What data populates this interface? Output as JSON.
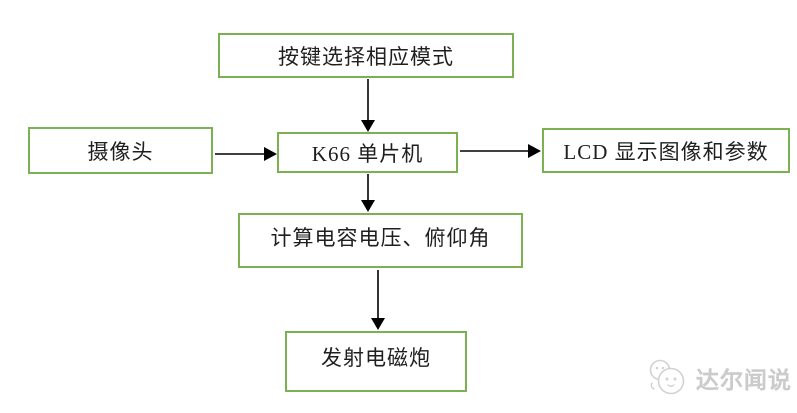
{
  "diagram": {
    "type": "flowchart",
    "accent_color": "#7CB153",
    "arrow_color": "#000000",
    "nodes": {
      "mode_select": {
        "label": "按键选择相应模式"
      },
      "camera": {
        "label": "摄像头"
      },
      "mcu": {
        "label": "K66 单片机"
      },
      "lcd": {
        "label": "LCD 显示图像和参数"
      },
      "calc": {
        "label": "计算电容电压、俯仰角"
      },
      "fire": {
        "label": "发射电磁炮"
      }
    },
    "edges": [
      {
        "from": "mode_select",
        "to": "mcu"
      },
      {
        "from": "camera",
        "to": "mcu"
      },
      {
        "from": "mcu",
        "to": "lcd"
      },
      {
        "from": "mcu",
        "to": "calc"
      },
      {
        "from": "calc",
        "to": "fire"
      }
    ]
  },
  "watermark": {
    "text": "达尔闻说",
    "color": "#cbcbcb"
  }
}
